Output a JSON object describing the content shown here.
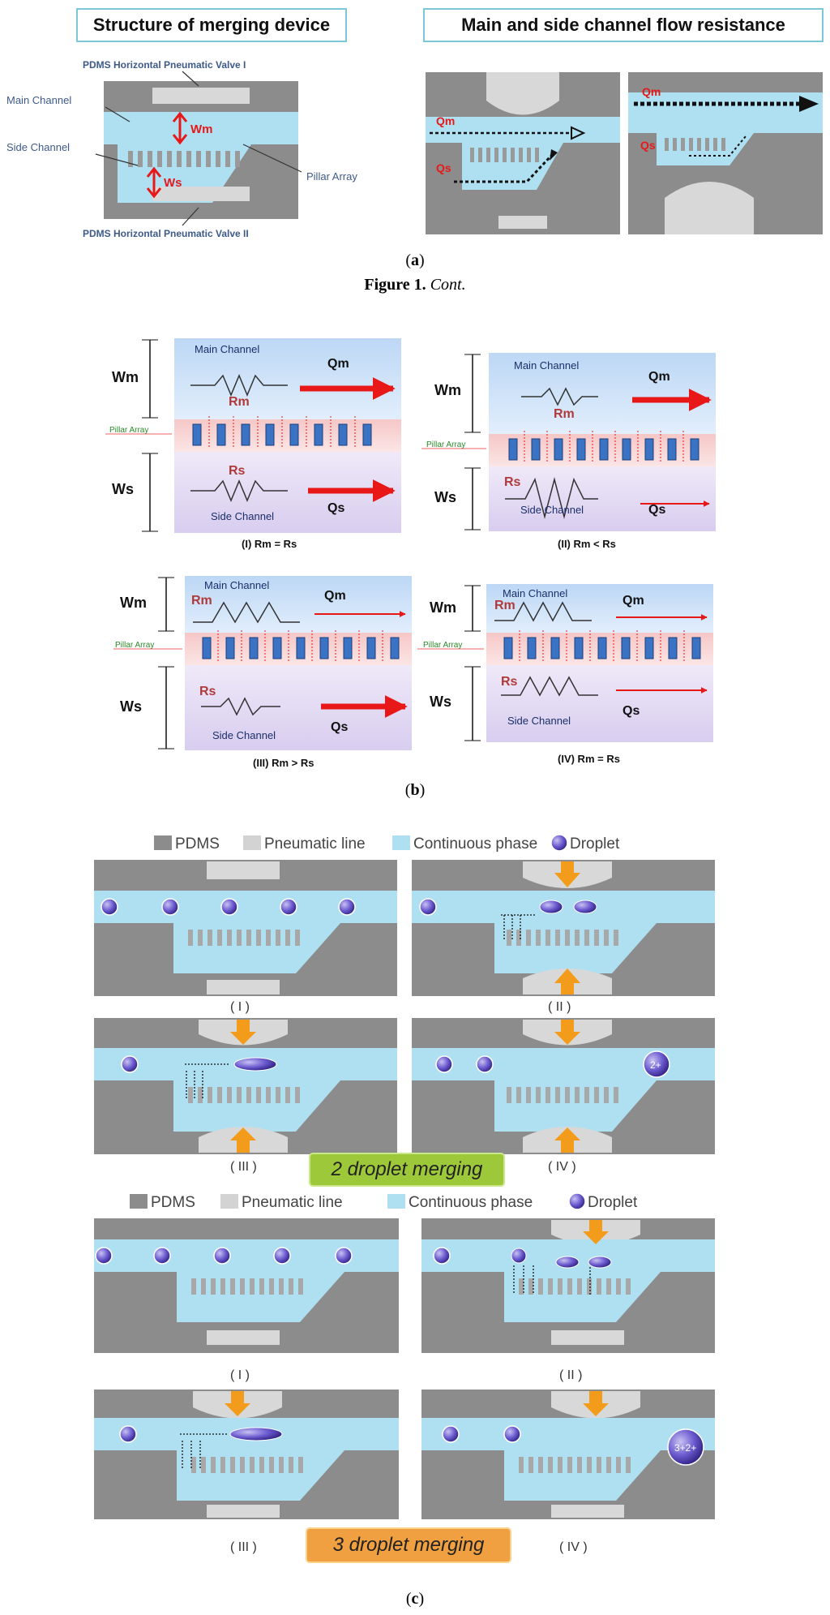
{
  "panel_a": {
    "title_left": "Structure of merging device",
    "title_right": "Main and side channel flow resistance",
    "valve1": "PDMS Horizontal  Pneumatic Valve I",
    "valve2": "PDMS Horizontal  Pneumatic Valve II",
    "main_channel": "Main Channel",
    "side_channel": "Side Channel",
    "pillar_array": "Pillar Array",
    "wm": "Wm",
    "ws": "Ws",
    "qm": "Qm",
    "qs": "Qs",
    "label": "a"
  },
  "figure_cont": {
    "bold": "Figure 1.",
    "italic": "Cont."
  },
  "panel_b": {
    "label": "b",
    "main_channel": "Main Channel",
    "side_channel": "Side Channel",
    "pillar_array": "Pillar Array",
    "wm": "Wm",
    "ws": "Ws",
    "qm": "Qm",
    "qs": "Qs",
    "rm": "Rm",
    "rs": "Rs",
    "captions": [
      "(I) Rm = Rs",
      "(II) Rm < Rs",
      "(III) Rm > Rs",
      "(IV) Rm = Rs"
    ]
  },
  "panel_c": {
    "label": "c",
    "legend": [
      "PDMS",
      "Pneumatic line",
      "Continuous phase",
      "Droplet"
    ],
    "roman": [
      "( I )",
      "( II )",
      "( III )",
      "( IV )"
    ],
    "banner_2": "2 droplet merging",
    "banner_3": "3 droplet merging",
    "merged_2": "2+",
    "merged_3": "3+2+"
  },
  "colors": {
    "pdms": "#8c8c8c",
    "pneumatic": "#d3d3d3",
    "continuous": "#aee0f2",
    "droplet": "#4b3aa8",
    "arrow_red": "#e81818",
    "arrow_orange": "#f39c1b",
    "header_border": "#7cc8d8",
    "label_blue": "#3d5a8a",
    "resist_red": "#b03a3a",
    "green_banner": "#9dc83a",
    "orange_banner": "#f0a040"
  }
}
